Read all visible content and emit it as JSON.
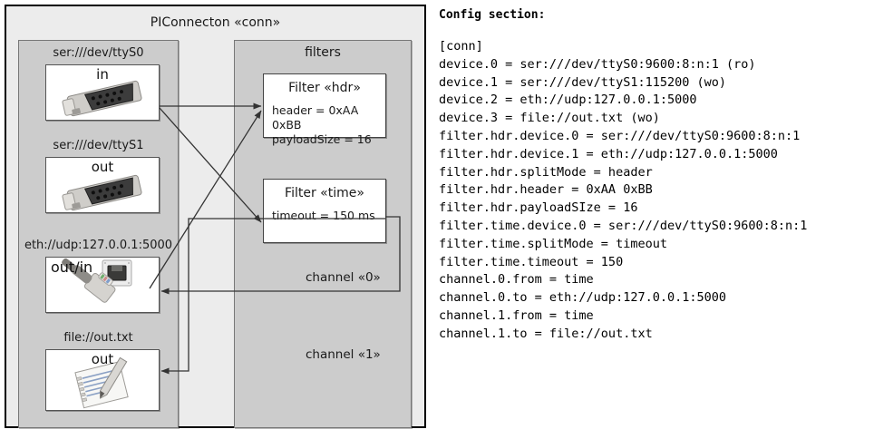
{
  "diagram": {
    "title": "PIConnecton «conn»",
    "devices_panel": {
      "devices": [
        {
          "label": "ser:///dev/ttyS0",
          "direction": "in",
          "icon": "serial-port-icon"
        },
        {
          "label": "ser:///dev/ttyS1",
          "direction": "out",
          "icon": "serial-port-icon"
        },
        {
          "label": "eth://udp:127.0.0.1:5000",
          "direction": "out/in",
          "icon": "ethernet-icon"
        },
        {
          "label": "file://out.txt",
          "direction": "out",
          "icon": "text-file-icon"
        }
      ]
    },
    "filters_panel": {
      "title": "filters",
      "filters": [
        {
          "title": "Filter «hdr»",
          "props": [
            "header = 0xAA 0xBB",
            "payloadSize = 16"
          ]
        },
        {
          "title": "Filter «time»",
          "props": [
            "timeout = 150 ms"
          ]
        }
      ],
      "channels": [
        {
          "label": "channel «0»"
        },
        {
          "label": "channel «1»"
        }
      ]
    },
    "colors": {
      "outer_background": "#ececec",
      "panel_background": "#cccccc",
      "box_background": "#ffffff",
      "border": "#000000",
      "wire": "#333333"
    }
  },
  "config": {
    "heading": "Config section:",
    "lines": [
      "[conn]",
      "device.0 = ser:///dev/ttyS0:9600:8:n:1 (ro)",
      "device.1 = ser:///dev/ttyS1:115200 (wo)",
      "device.2 = eth://udp:127.0.0.1:5000",
      "device.3 = file://out.txt (wo)",
      "filter.hdr.device.0 = ser:///dev/ttyS0:9600:8:n:1",
      "filter.hdr.device.1 = eth://udp:127.0.0.1:5000",
      "filter.hdr.splitMode = header",
      "filter.hdr.header = 0xAA 0xBB",
      "filter.hdr.payloadSIze = 16",
      "filter.time.device.0 = ser:///dev/ttyS0:9600:8:n:1",
      "filter.time.splitMode = timeout",
      "filter.time.timeout = 150",
      "channel.0.from = time",
      "channel.0.to = eth://udp:127.0.0.1:5000",
      "channel.1.from = time",
      "channel.1.to = file://out.txt"
    ]
  }
}
